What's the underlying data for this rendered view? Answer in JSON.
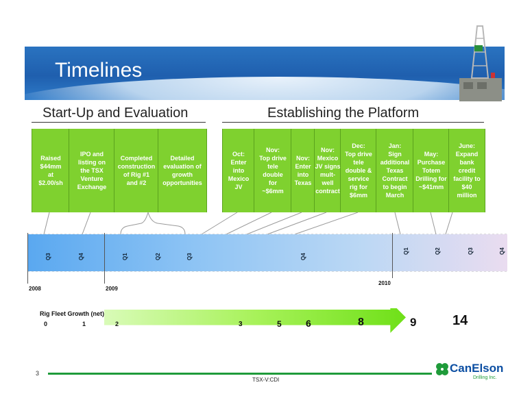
{
  "title": "Timelines",
  "sections": {
    "startup": "Start-Up and Evaluation",
    "platform": "Establishing the Platform"
  },
  "events": [
    {
      "text": "Raised\n$44mm\nat\n$2.00/sh"
    },
    {
      "text": "IPO and\nlisting on\nthe TSX\nVenture\nExchange"
    },
    {
      "text": "Completed\nconstruction\nof Rig #1\nand #2"
    },
    {
      "text": "Detailed\nevaluation of\ngrowth\nopportunities"
    },
    {
      "text": "Oct:\nEnter\ninto\nMexico\nJV"
    },
    {
      "text": "Nov:\nTop drive\ntele\ndouble\nfor\n~$6mm"
    },
    {
      "text": "Nov:\nEnter\ninto\nTexas"
    },
    {
      "text": "Nov:\nMexico\nJV signs\nmult-\nwell\ncontract"
    },
    {
      "text": "Dec:\nTop drive\ntele\ndouble &\nservice\nrig for\n$6mm"
    },
    {
      "text": "Jan:\nSign\nadditional\nTexas\nContract\nto begin\nMarch"
    },
    {
      "text": "May:\nPurchase\nTotem\nDrilling for\n~$41mm"
    },
    {
      "text": "June:\nExpand\nbank\ncredit\nfacility to\n$40\nmillion"
    }
  ],
  "quarters": [
    "Q3",
    "Q4",
    "Q1",
    "Q2",
    "Q3",
    "Q4",
    "Q1",
    "Q2",
    "Q3",
    "Q4"
  ],
  "years": [
    "2008",
    "2009",
    "2010"
  ],
  "fleet": {
    "title": "Rig Fleet Growth (net)",
    "values": [
      "0",
      "1",
      "2",
      "3",
      "5",
      "6",
      "8",
      "9",
      "14"
    ]
  },
  "footer": {
    "page": "3",
    "ticker": "TSX-V:CDI",
    "logo_name": "CanElson",
    "logo_sub": "Drilling Inc."
  },
  "colors": {
    "banner": "#1f5fae",
    "event_box": "#7fd12f",
    "fleet_arrow": "#8ff23c",
    "footer_line": "#1f9b3a"
  }
}
